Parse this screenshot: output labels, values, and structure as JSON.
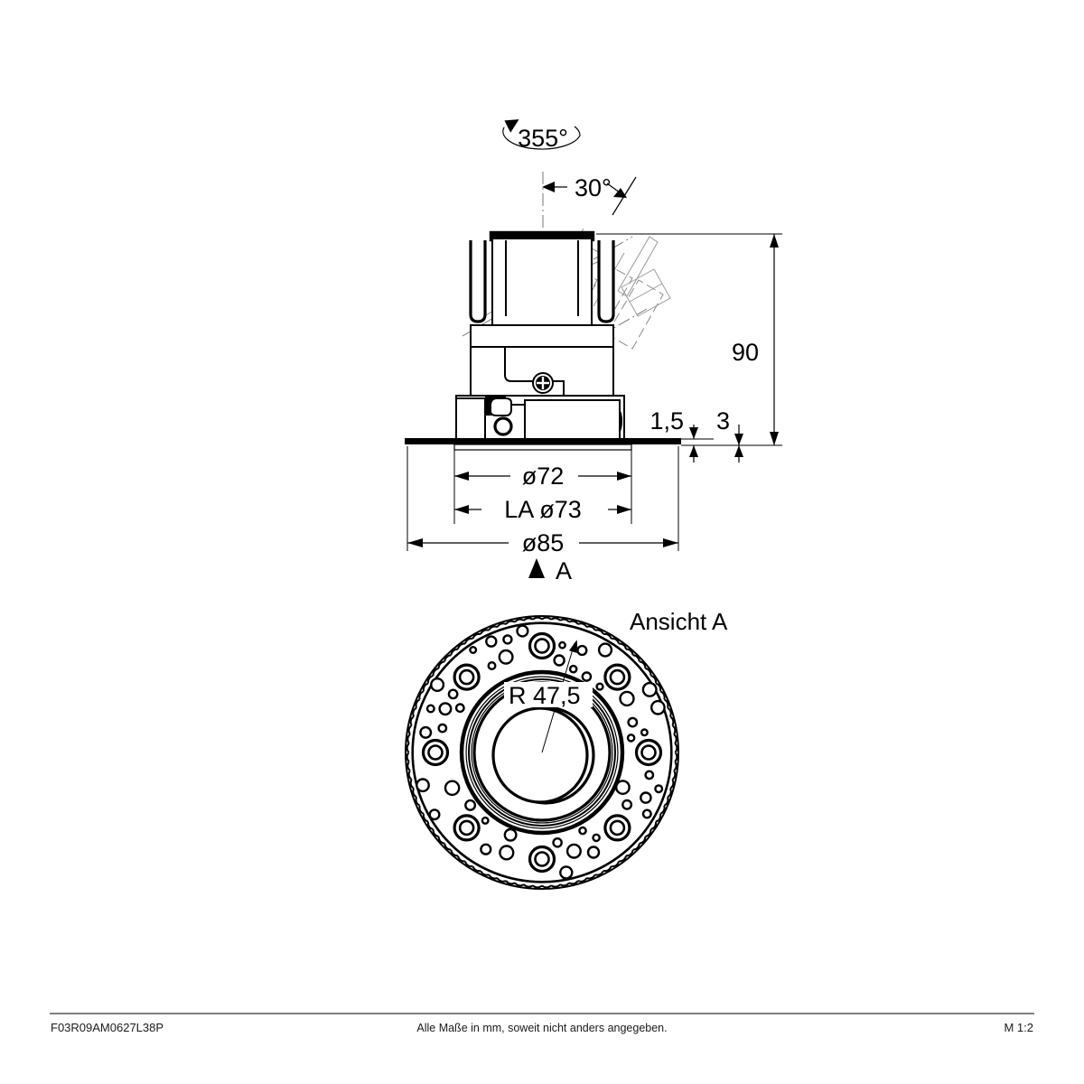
{
  "drawing": {
    "title": "Recessed downlight technical drawing",
    "units_note": "Alle Maße in mm, soweit nicht anders angegeben.",
    "article_code": "F03R09AM0627L38P",
    "scale": "M 1:2"
  },
  "front_view": {
    "rotation_label": "355°",
    "tilt_label": "30°",
    "height_label": "90",
    "flange_thickness_label": "1,5",
    "gap_label": "3",
    "inner_diameter_label": "ø72",
    "cutout_label": "LA ø73",
    "outer_diameter_label": "ø85",
    "section_arrow_label": "A"
  },
  "bottom_view": {
    "label": "Ansicht A",
    "radius_label": "R 47,5"
  },
  "colors": {
    "line": "#000000",
    "background": "#ffffff",
    "ghost": "#8a8a8a",
    "centerline": "#777777"
  },
  "chart_data": {
    "type": "table",
    "title": "Dimension callouts (mm)",
    "categories": [
      "ø72",
      "LA ø73",
      "ø85",
      "90",
      "1,5",
      "3",
      "R 47,5",
      "30°",
      "355°"
    ],
    "values": [
      72,
      73,
      85,
      90,
      1.5,
      3,
      47.5,
      30,
      355
    ]
  }
}
